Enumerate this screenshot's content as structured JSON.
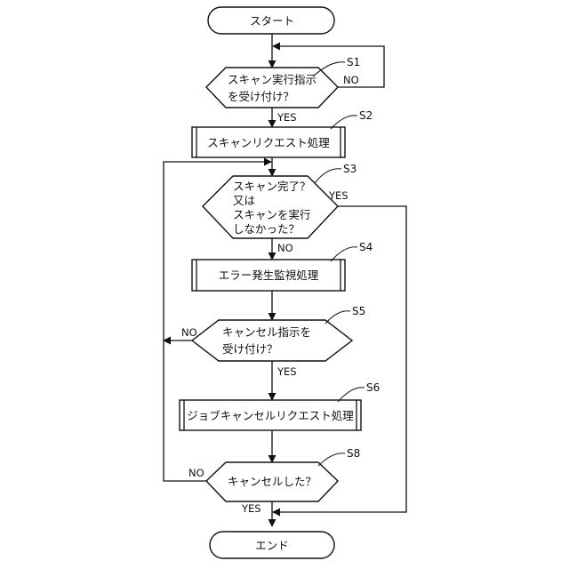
{
  "nodes": {
    "start": "スタート",
    "s1_line1": "スキャン実行指示",
    "s1_line2": "を受け付け？",
    "s2": "スキャンリクエスト処理",
    "s3_line1": "スキャン完了？",
    "s3_line2": "又は",
    "s3_line3": "スキャンを実行",
    "s3_line4": "しなかった？",
    "s4": "エラー発生監視処理",
    "s5_line1": "キャンセル指示を",
    "s5_line2": "受け付け？",
    "s6": "ジョブキャンセルリクエスト処理",
    "s8": "キャンセルした？",
    "end": "エンド"
  },
  "step_labels": {
    "s1": "S1",
    "s2": "S2",
    "s3": "S3",
    "s4": "S4",
    "s5": "S5",
    "s6": "S6",
    "s8": "S8"
  },
  "edge_labels": {
    "s1_no": "NO",
    "s1_yes": "YES",
    "s3_yes": "YES",
    "s3_no": "NO",
    "s5_no": "NO",
    "s5_yes": "YES",
    "s8_no": "NO",
    "s8_yes": "YES"
  }
}
